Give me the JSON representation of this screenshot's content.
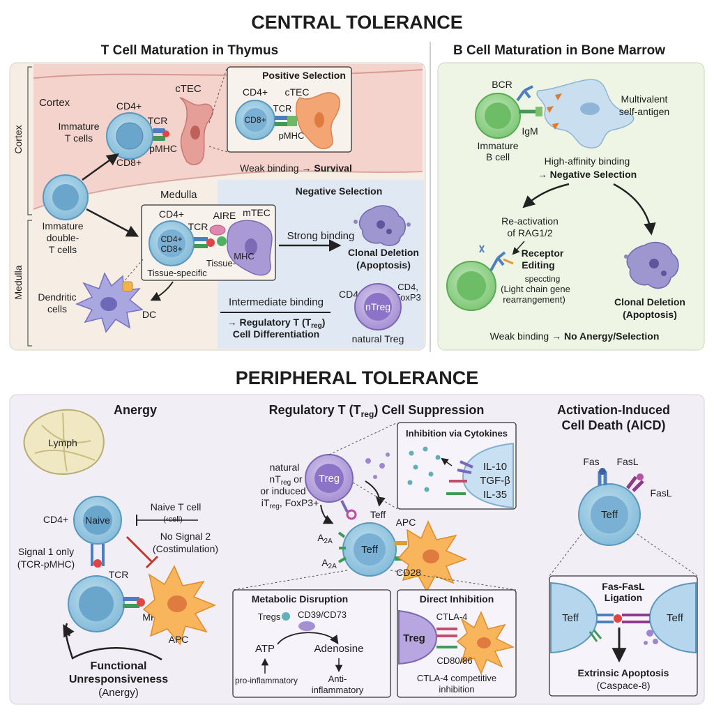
{
  "central": {
    "title": "CENTRAL TOLERANCE",
    "thymus": {
      "title": "T Cell Maturation in Thymus",
      "side_cortex": "Cortex",
      "side_medulla": "Medulla",
      "cortex_label": "Cortex",
      "medulla_label": "Medulla",
      "immature_t_line1": "Immature",
      "immature_t_line2": "T cells",
      "cd4": "CD4+",
      "cd8": "CD8+",
      "tcr": "TCR",
      "pmhc": "pMHC",
      "ctec": "cTEC",
      "double_line1": "Immature",
      "double_line2": "double-",
      "double_line3": "T cells",
      "dendritic_line1": "Dendritic",
      "dendritic_line2": "cells",
      "dc": "DC",
      "positive": {
        "title": "Positive Selection",
        "cd4": "CD4+",
        "ctec": "cTEC",
        "tcr": "TCR",
        "cd8": "CD8+",
        "pmhc": "pMHC",
        "weak_prefix": "Weak binding → ",
        "weak_bold": "Survival"
      },
      "medulla_box": {
        "cd4": "CD4+",
        "tcr": "TCR",
        "aire": "AIRE",
        "mtec": "mTEC",
        "inner_line1": "CD4+",
        "inner_line2": "CD8+",
        "tissue": "Tissue-",
        "mhc": "MHC",
        "tissue_specific": "Tissue-specific"
      },
      "negative": {
        "title": "Negative Selection",
        "strong": "Strong binding",
        "deletion_line1": "Clonal Deletion",
        "deletion_line2": "(Apoptosis)",
        "intermediate": "Intermediate binding",
        "treg_line1": "→ Regulatory T (T",
        "treg_sub": "reg",
        "treg_line1_end": ")",
        "treg_line2": "Cell Differentiation",
        "cd4": "CD4",
        "cd4_foxp3_line1": "CD4,",
        "cd4_foxp3_line2": "FoxP3",
        "ntreg": "nTreg",
        "natural": "natural Treg"
      }
    },
    "bcell": {
      "title": "B Cell Maturation in Bone Marrow",
      "bcr": "BCR",
      "igm": "IgM",
      "immature_line1": "Immature",
      "immature_line2": "B cell",
      "antigen_line1": "Multivalent",
      "antigen_line2": "self-antigen",
      "high_line1": "High-affinity binding",
      "high_line2": "→ Negative Selection",
      "reactivation_line1": "Re-activation",
      "reactivation_line2": "of RAG1/2",
      "receptor_line1": "Receptor",
      "receptor_line2": "Editing",
      "editing_line1": "speccting",
      "editing_line2": "(Light chain gene",
      "editing_line3": "rearrangement)",
      "deletion_line1": "Clonal Deletion",
      "deletion_line2": "(Apoptosis)",
      "weak_prefix": "Weak binding → ",
      "weak_bold": "No Anergy/Selection"
    }
  },
  "peripheral": {
    "title": "PERIPHERAL TOLERANCE",
    "anergy": {
      "title": "Anergy",
      "lymph": "Lymph",
      "cd4": "CD4+",
      "naive": "Naive",
      "naive_t": "Naive T cell",
      "cell_small": "(‹cell)",
      "no_signal_line1": "No Signal 2",
      "no_signal_line2": "(Costimulation)",
      "signal1_line1": "Signal 1 only",
      "signal1_line2": "(TCR-pMHC)",
      "tcr": "TCR",
      "mhc": "MHC II",
      "apc": "APC",
      "functional_line1": "Functional",
      "functional_line2": "Unresponsiveness",
      "functional_line3": "(Anergy)"
    },
    "treg": {
      "title_prefix": "Regulatory T (T",
      "title_sub": "reg",
      "title_suffix": ") Cell Suppression",
      "natural_line1": "natural",
      "natural_line2": "nT",
      "natural_line2_sub": "reg",
      "natural_line2_end": " or",
      "natural_line3": "or induced",
      "natural_line4": "iT",
      "natural_line4_sub": "reg",
      "natural_line4_end": ", FoxP3+",
      "treg": "Treg",
      "teff_small": "Teff",
      "teff": "Teff",
      "apc": "APC",
      "a2a": "A",
      "a2a_sub": "2A",
      "cd28": "CD28",
      "cytokine": {
        "title": "Inhibition via Cytokines",
        "il10": "IL-10",
        "tgfb": "TGF-β",
        "il35": "IL-35"
      },
      "metabolic": {
        "title": "Metabolic Disruption",
        "tregs": "Tregs",
        "cd39": "CD39/CD73",
        "atp": "ATP",
        "adenosine": "Adenosine",
        "pro": "pro-inflammatory",
        "anti_line1": "Anti-",
        "anti_line2": "inflammatory"
      },
      "direct": {
        "title": "Direct Inhibition",
        "ctla4": "CTLA-4",
        "treg": "Treg",
        "cd80": "CD80/86",
        "comp_line1": "CTLA-4 competitive",
        "comp_line2": "inhibition"
      }
    },
    "aicd": {
      "title_line1": "Activation-Induced",
      "title_line2": "Cell Death (AICD)",
      "fas": "Fas",
      "fasl": "FasL",
      "fasl2": "FasL",
      "teff": "Teff",
      "ligation_line1": "Fas-FasL",
      "ligation_line2": "Ligation",
      "teff_left": "Teff",
      "teff_right": "Teff",
      "extrinsic": "Extrinsic Apoptosis",
      "caspase": "(Caspace-8)"
    }
  }
}
